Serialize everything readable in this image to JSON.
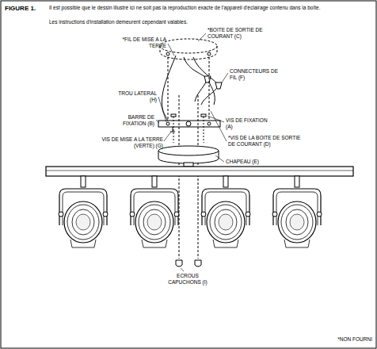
{
  "diagram": {
    "title": "FIGURE 1.",
    "labels": [
      "Il est possible que le dessin illustré ici ne soit pas la reproduction exacte de l'appareil d'éclairage contenu dans la boîte.",
      "Les instructions d'installation demeurent cependant valables.",
      "*FIL DE MISE A LA TERRE",
      "*BOITE DE SORTIE DE COURANT (C)",
      "CONNECTEURS DE FIL (F)",
      "TROU LATERAL (H)",
      "BARRE DE FIXATION (B)",
      "VIS DE FIXATION (A)",
      "VIS DE MISE A LA TERRE (VERTE) (G)",
      "*VIS DE LA BOITE DE SORTIE DE COURANT (D)",
      "CHAPEAU (E)",
      "ECROUS CAPUCHONS (I)",
      "*NON FOURNI"
    ]
  }
}
